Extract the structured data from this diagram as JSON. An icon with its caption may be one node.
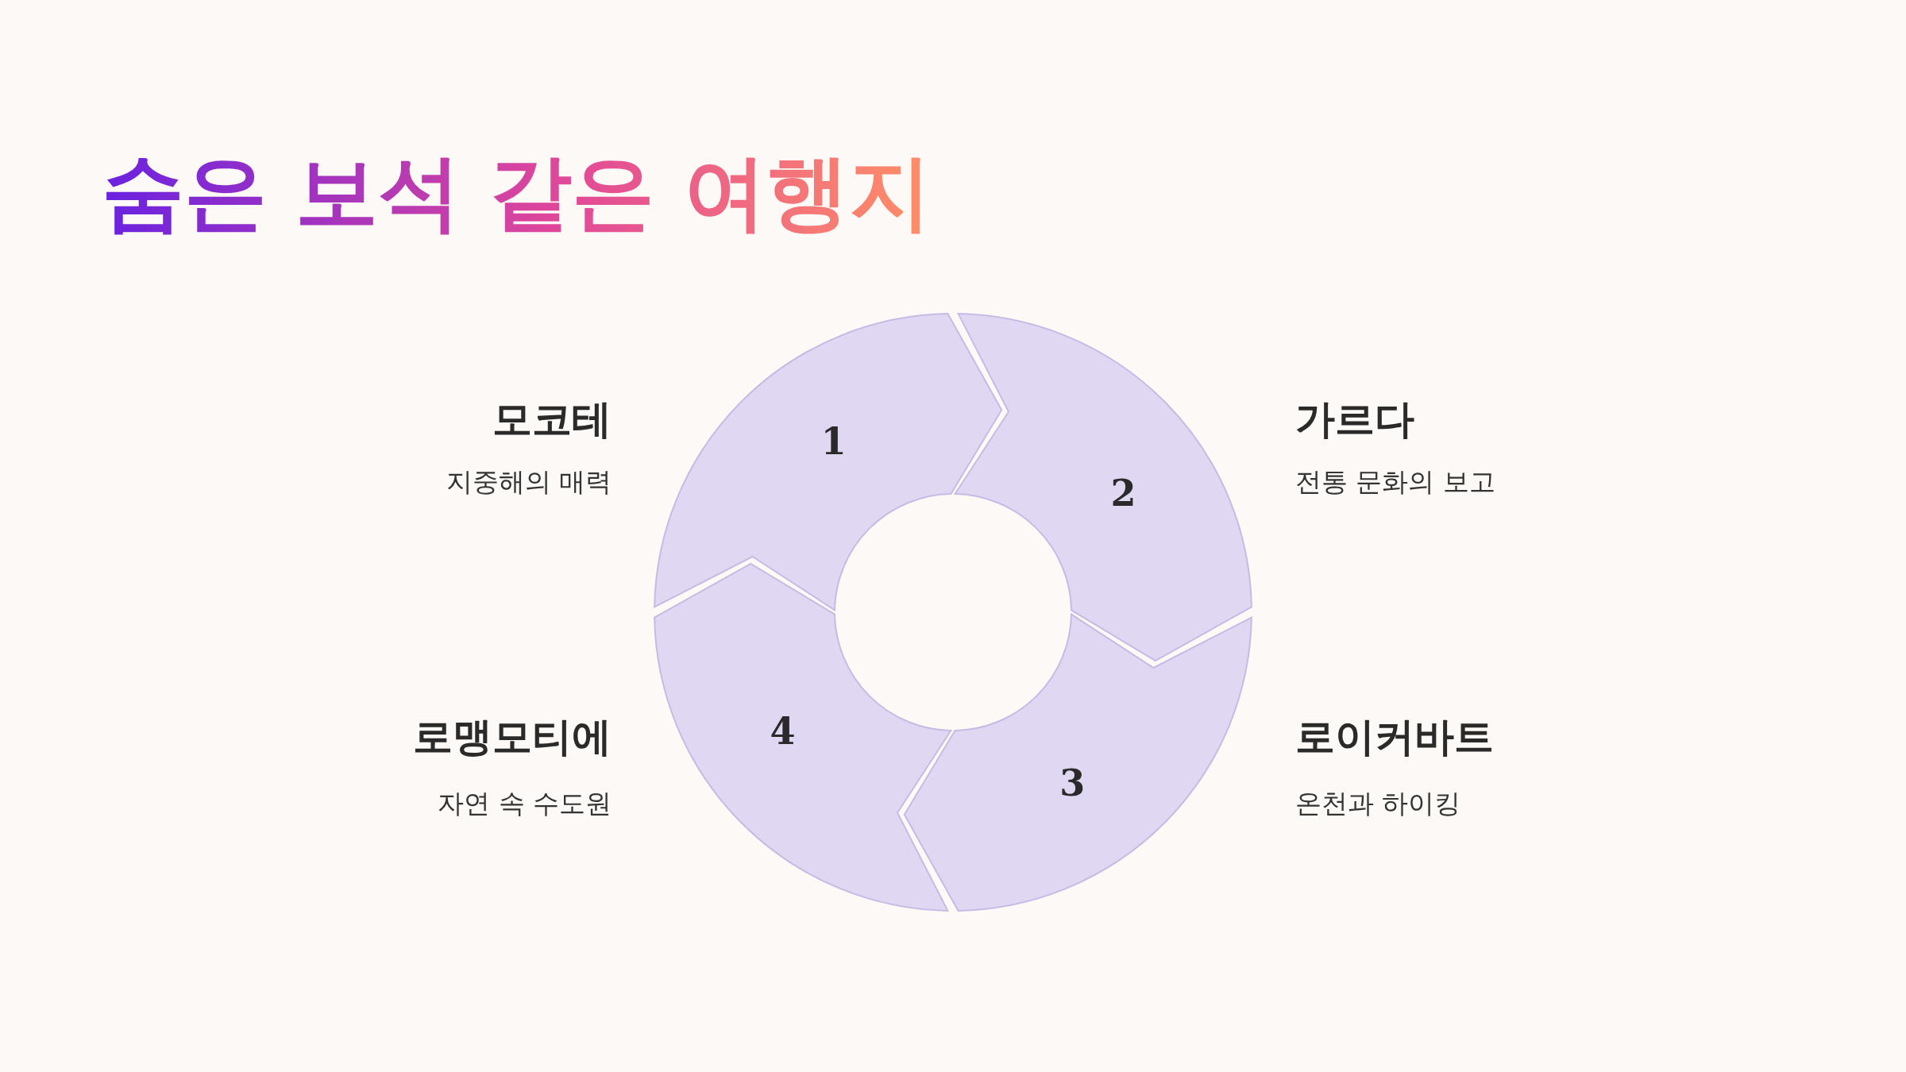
{
  "diagram": {
    "title": "숨은 보석 같은 여행지",
    "nodes": [
      {
        "text": [
          "1"
        ],
        "beside": [
          "모코테",
          "지중해의 매력"
        ]
      },
      {
        "text": [
          "2"
        ],
        "beside": [
          "가르다",
          "전통 문화의 보고"
        ]
      },
      {
        "text": [
          "3"
        ],
        "beside": [
          "로이커바트",
          "온천과 하이킹"
        ]
      },
      {
        "text": [
          "4"
        ],
        "beside": [
          "로맹모티에",
          "자연 속 수도원"
        ]
      }
    ]
  }
}
